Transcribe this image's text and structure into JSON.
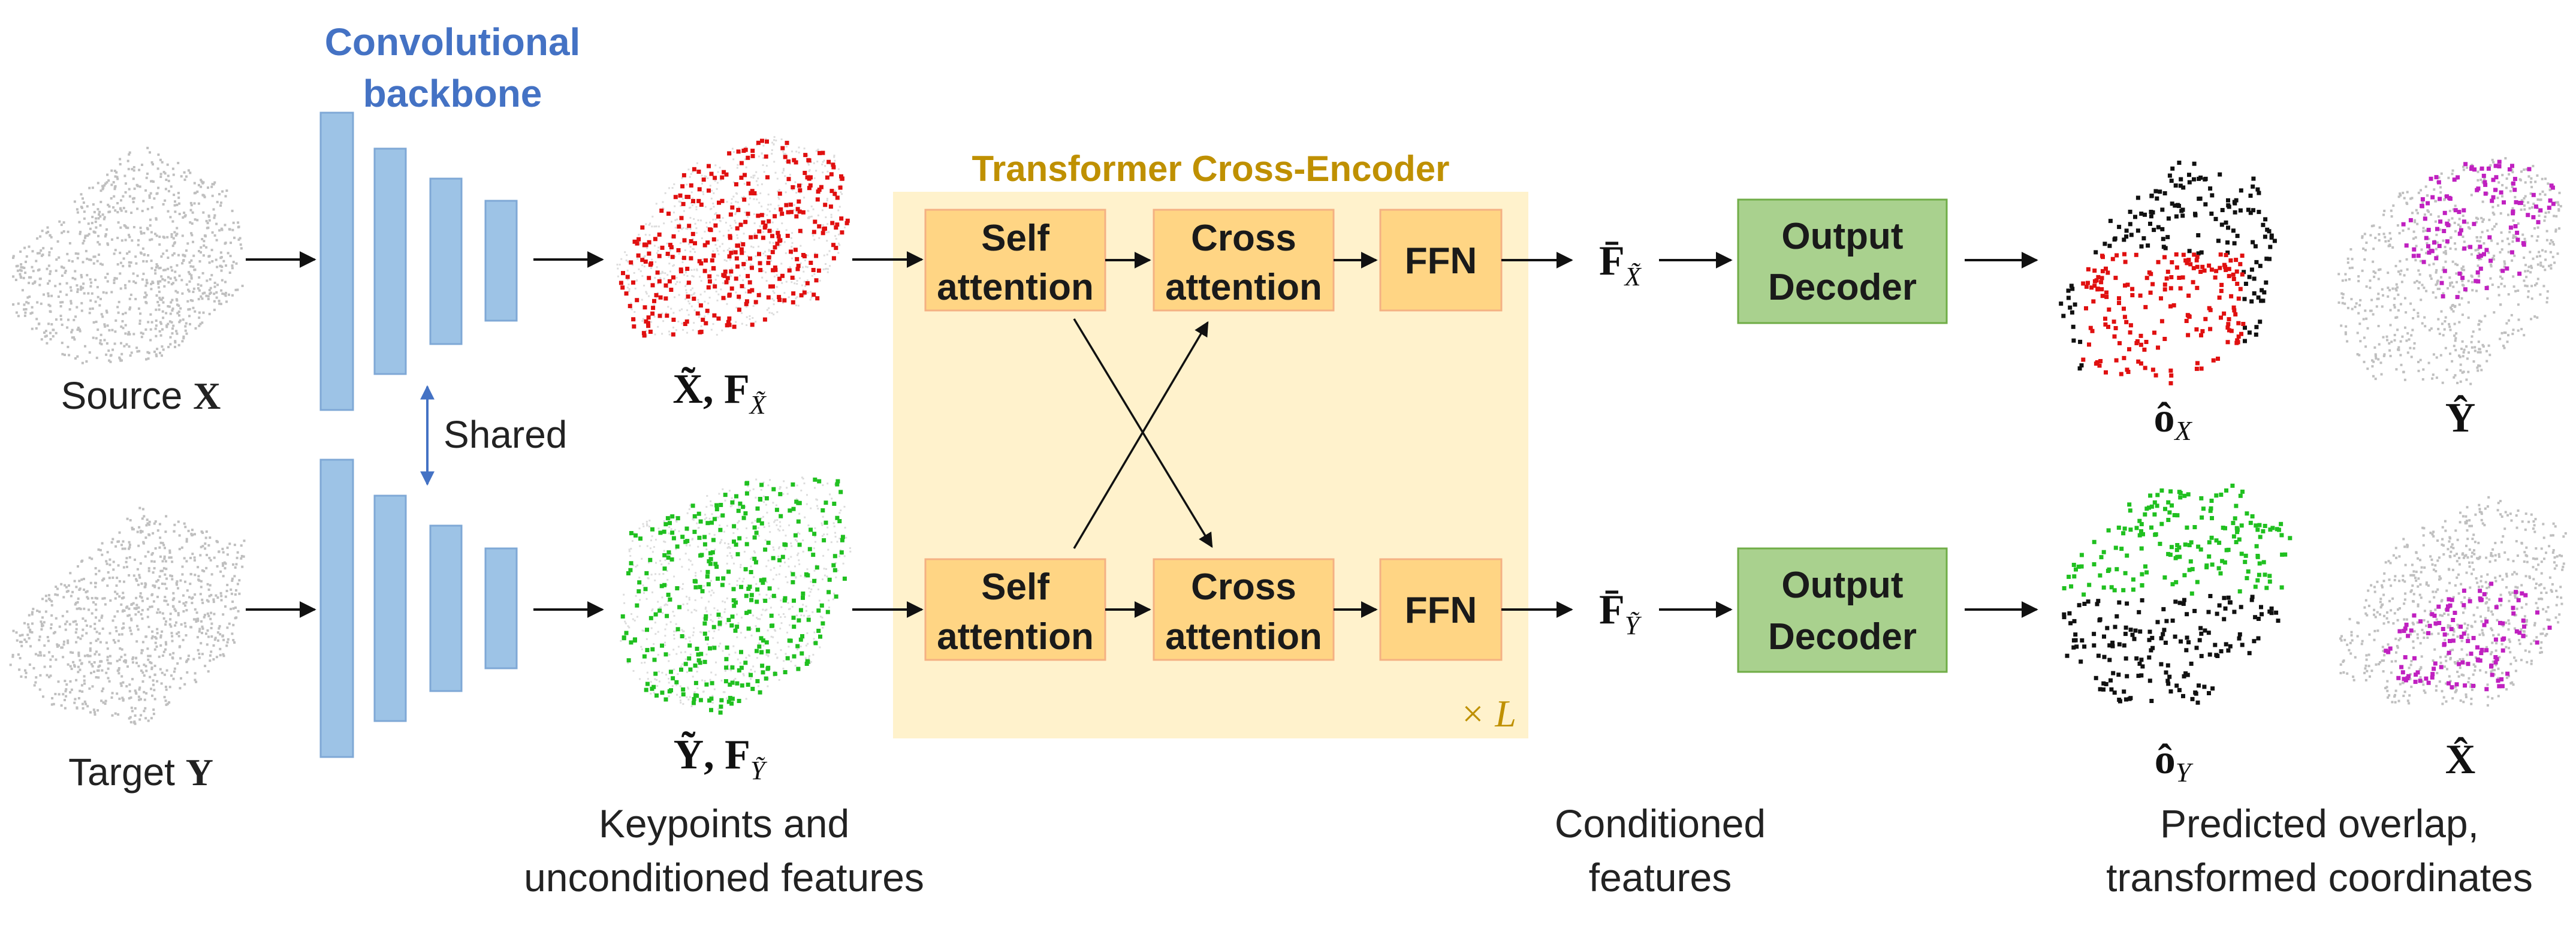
{
  "colors": {
    "backbone_fill": "#9DC3E6",
    "backbone_title": "#4472C4",
    "transformer_bg": "#FFF2CC",
    "transformer_title": "#BF9000",
    "block_fill": "#FFD584",
    "block_stroke": "#F4B183",
    "decoder_fill": "#A9D18E",
    "decoder_stroke": "#70AD47",
    "keypoints_source": "#E01010",
    "keypoints_target": "#20C020",
    "overlap_points": "#111111",
    "transformed_points": "#C020C0",
    "raw_cloud": "#bfbfbf"
  },
  "inputs": {
    "source_label": "Source",
    "source_symbol": "X",
    "target_label": "Target",
    "target_symbol": "Y"
  },
  "backbone": {
    "title_line1": "Convolutional",
    "title_line2": "backbone",
    "shared_label": "Shared"
  },
  "keypoints": {
    "source_symbol": "X̃, F",
    "source_sub": "X̃",
    "target_symbol": "Ỹ, F",
    "target_sub": "Ỹ",
    "caption_line1": "Keypoints and",
    "caption_line2": "unconditioned features"
  },
  "transformer": {
    "title": "Transformer Cross-Encoder",
    "self_line1": "Self",
    "self_line2": "attention",
    "cross_line1": "Cross",
    "cross_line2": "attention",
    "ffn": "FFN",
    "repeat": "× L"
  },
  "conditioned": {
    "source_symbol": "F̄",
    "source_sub": "X̃",
    "target_symbol": "F̄",
    "target_sub": "Ỹ",
    "caption_line1": "Conditioned",
    "caption_line2": "features"
  },
  "decoder": {
    "line1": "Output",
    "line2": "Decoder"
  },
  "outputs": {
    "overlap_source": "ô",
    "overlap_source_sub": "X",
    "transformed_source": "Ŷ",
    "overlap_target": "ô",
    "overlap_target_sub": "Y",
    "transformed_target": "X̂",
    "caption_line1": "Predicted overlap,",
    "caption_line2": "transformed coordinates"
  }
}
